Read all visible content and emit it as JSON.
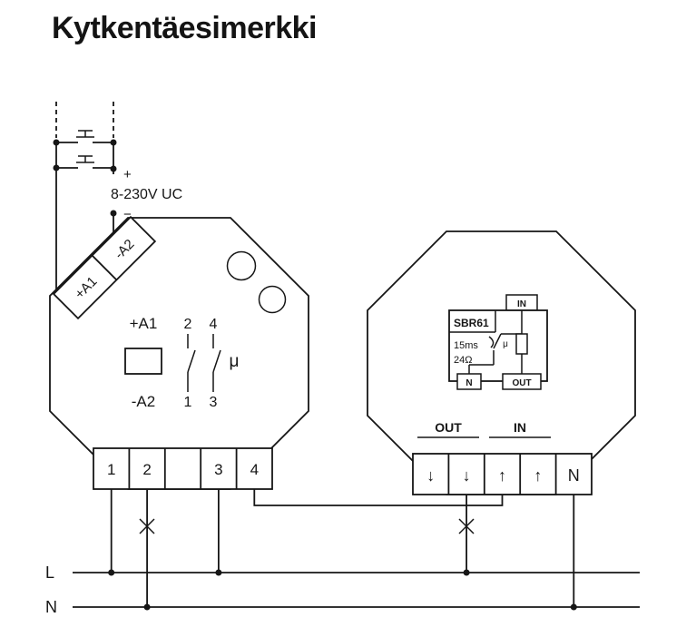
{
  "title": "Kytkentäesimerkki",
  "supply": {
    "plus": "+",
    "voltage": "8-230V UC",
    "minus": "−"
  },
  "relay_device": {
    "corner_terminals": {
      "lower": "+A1",
      "upper": "-A2"
    },
    "coil": {
      "top": "+A1",
      "bottom": "-A2"
    },
    "contacts": {
      "top_left": "2",
      "top_right": "4",
      "bottom_left": "1",
      "bottom_right": "3",
      "mode": "μ"
    },
    "terminals": [
      "1",
      "2",
      "",
      "3",
      "4"
    ]
  },
  "sbr_device": {
    "module": {
      "name": "SBR61",
      "time": "15ms",
      "resistance": "24Ω",
      "mode": "μ",
      "port_in": "IN",
      "port_n": "N",
      "port_out": "OUT"
    },
    "groups": {
      "out": "OUT",
      "in": "IN"
    },
    "terminals": [
      "↓",
      "↓",
      "↑",
      "↑",
      "N"
    ]
  },
  "bus": {
    "l": "L",
    "n": "N"
  }
}
